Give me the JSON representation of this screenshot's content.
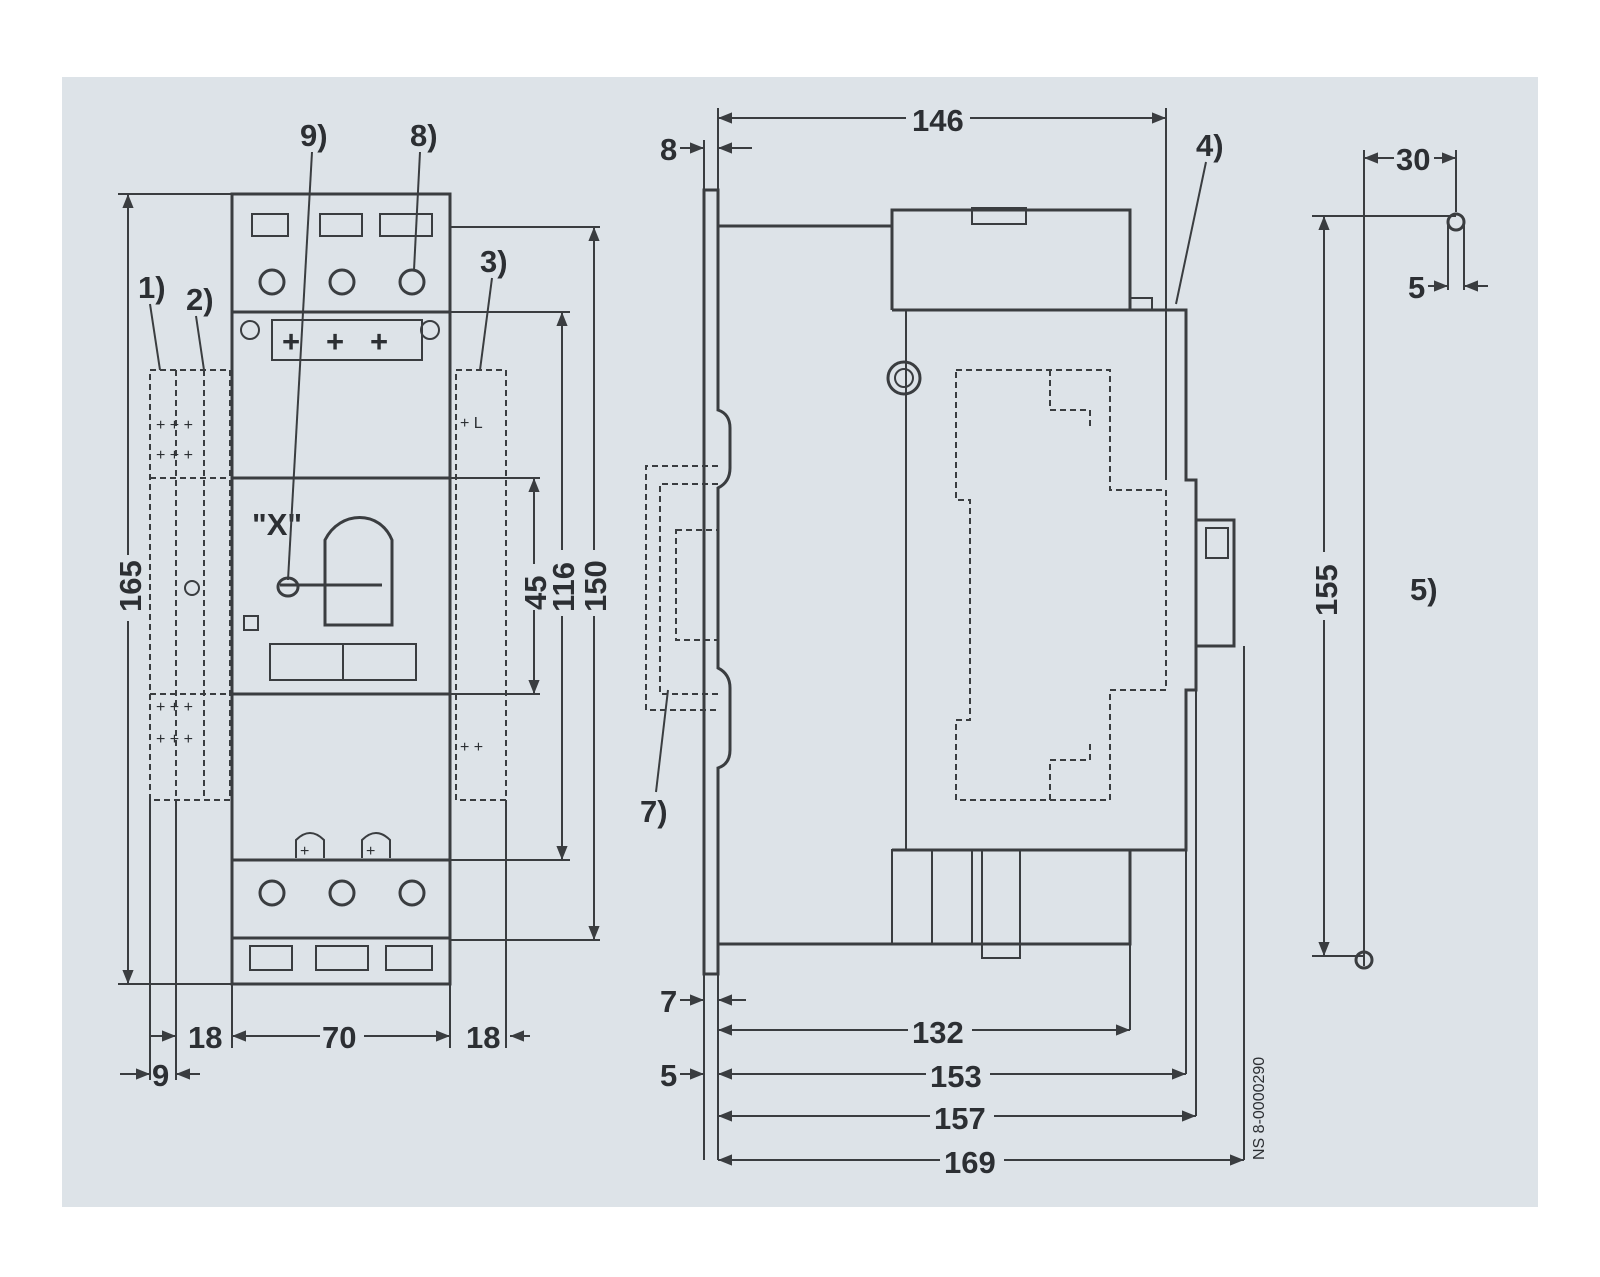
{
  "left_view": {
    "dim_height_165": "165",
    "dim_height_150": "150",
    "dim_height_116": "116",
    "dim_height_45": "45",
    "dim_width_70": "70",
    "dim_left_18": "18",
    "dim_right_18": "18",
    "dim_9": "9",
    "callout_1": "1)",
    "callout_2": "2)",
    "callout_3": "3)",
    "callout_8": "8)",
    "callout_9": "9)",
    "switch_mark": "\"X\""
  },
  "side_view": {
    "dim_146": "146",
    "dim_8": "8",
    "dim_7": "7",
    "dim_5": "5",
    "dim_132": "132",
    "dim_153": "153",
    "dim_157": "157",
    "dim_169": "169",
    "callout_4": "4)",
    "callout_7": "7)",
    "drawing_number": "NS 8-0000290"
  },
  "hole_view": {
    "dim_30": "30",
    "dim_5": "5",
    "dim_155": "155",
    "callout_5": "5)"
  }
}
